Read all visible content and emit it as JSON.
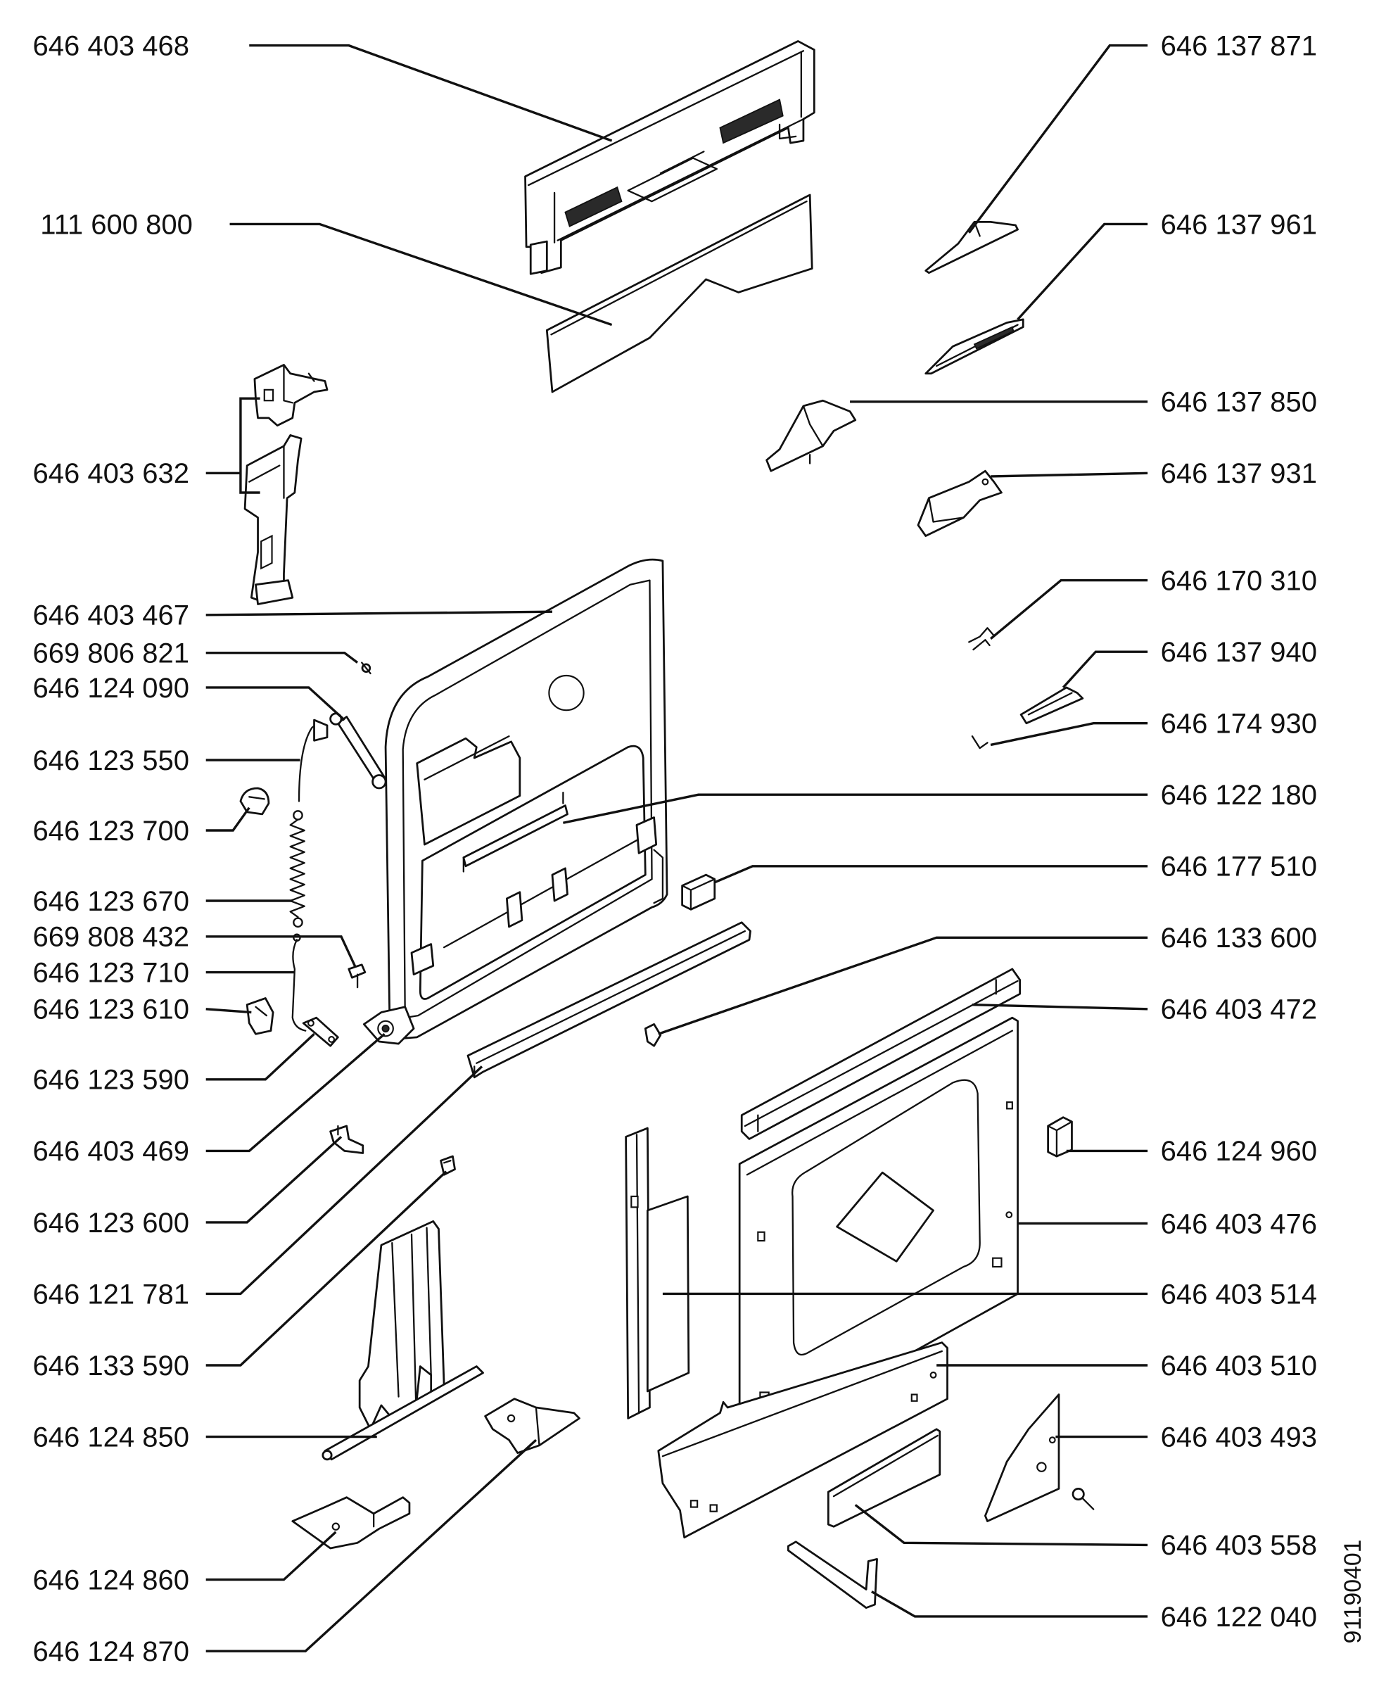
{
  "parts_left": [
    "646 403 468",
    "111 600 800",
    "646 403 632",
    "646 403 467",
    "669 806 821",
    "646 124 090",
    "646 123 550",
    "646 123 700",
    "646 123 670",
    "669 808 432",
    "646 123 710",
    "646 123 610",
    "646 123 590",
    "646 403 469",
    "646 123 600",
    "646 121 781",
    "646 133 590",
    "646 124 850",
    "646 124 860",
    "646 124 870"
  ],
  "parts_right": [
    "646 137 871",
    "646 137 961",
    "646 137 850",
    "646 137 931",
    "646 170 310",
    "646 137 940",
    "646 174 930",
    "646 122 180",
    "646 177 510",
    "646 133 600",
    "646 403 472",
    "646 124 960",
    "646 403 476",
    "646 403 514",
    "646 403 510",
    "646 403 493",
    "646 403 558",
    "646 122 040"
  ],
  "drawing_number": "91190401"
}
